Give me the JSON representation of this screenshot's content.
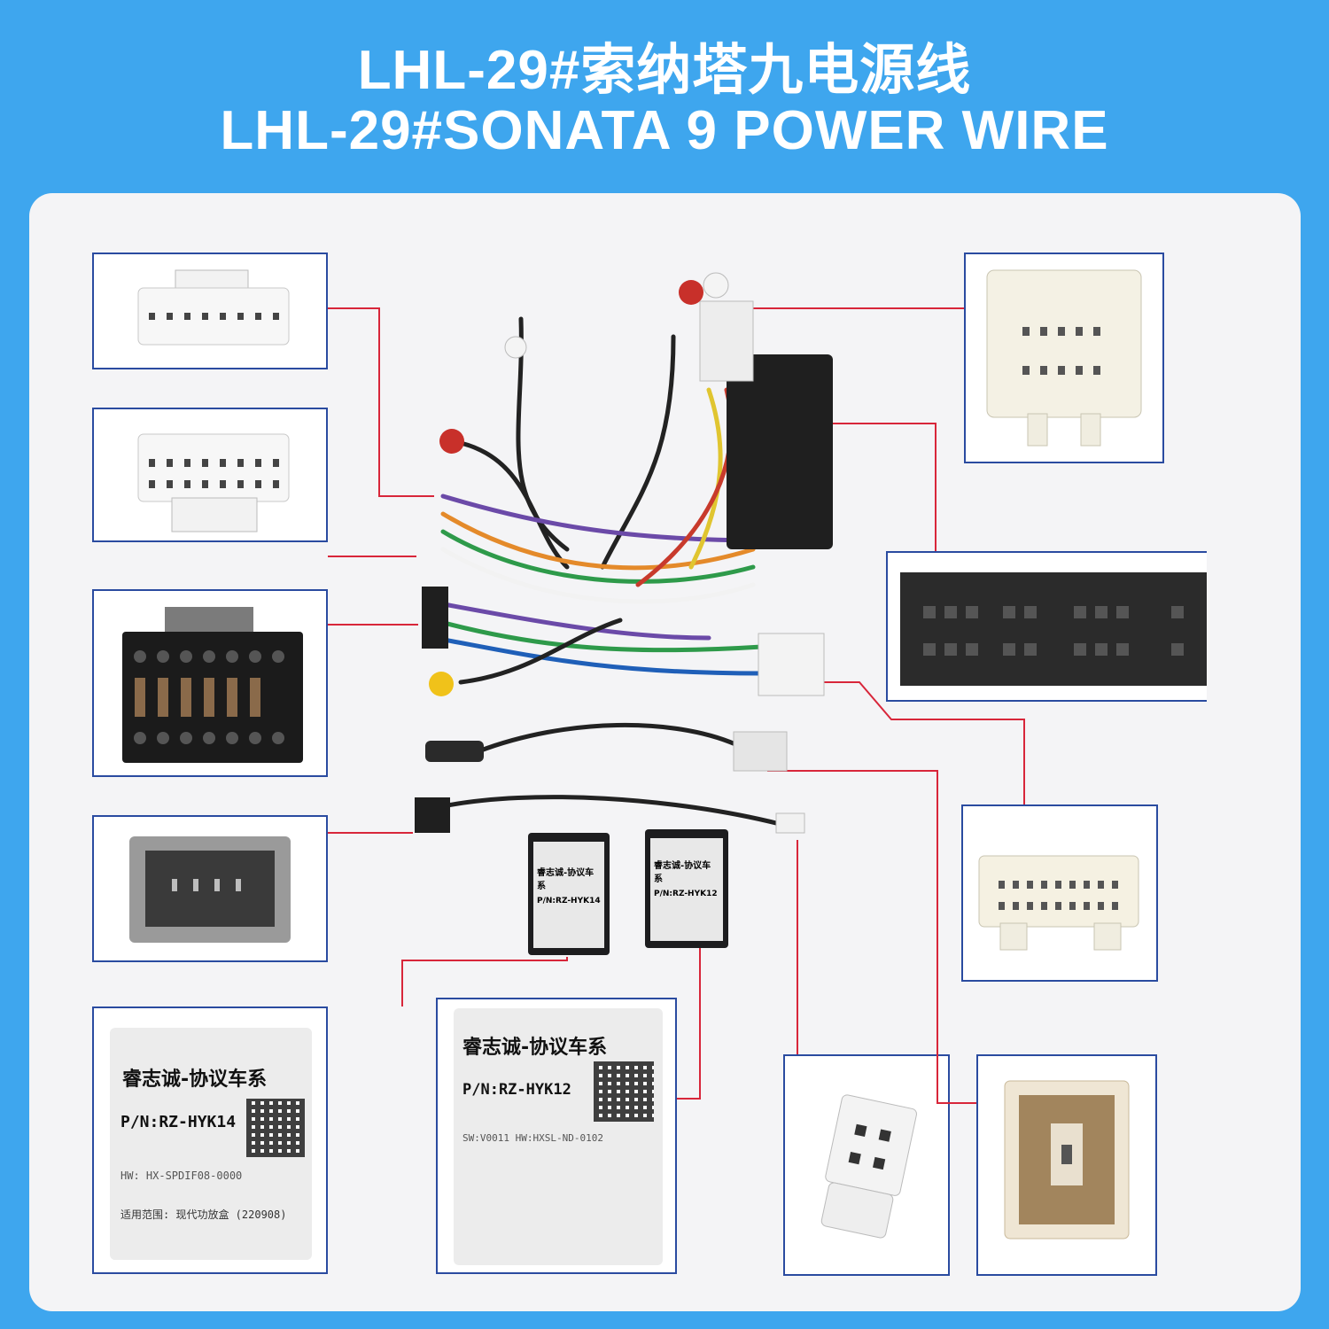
{
  "title": {
    "line1": "LHL-29#索纳塔九电源线",
    "line2": "LHL-29#SONATA 9 POWER WIRE"
  },
  "colors": {
    "background": "#3ea6ee",
    "panel": "#f4f4f6",
    "box_border": "#2a4ba0",
    "leader_line": "#d8263a"
  },
  "modules": {
    "left": {
      "title": "睿志诚-协议车系",
      "pn": "P/N:RZ-HYK14"
    },
    "right": {
      "title": "睿志诚-协议车系",
      "pn": "P/N:RZ-HYK12"
    }
  },
  "labels": {
    "hyk14": {
      "title": "睿志诚-协议车系",
      "pn": "P/N:RZ-HYK14",
      "hw": "HW: HX-SPDIF08-0000",
      "scope": "适用范围: 现代功放盒 (220908)"
    },
    "hyk12": {
      "title": "睿志诚-协议车系",
      "pn": "P/N:RZ-HYK12",
      "sw": "SW:V0011 HW:HXSL-ND-0102"
    }
  }
}
